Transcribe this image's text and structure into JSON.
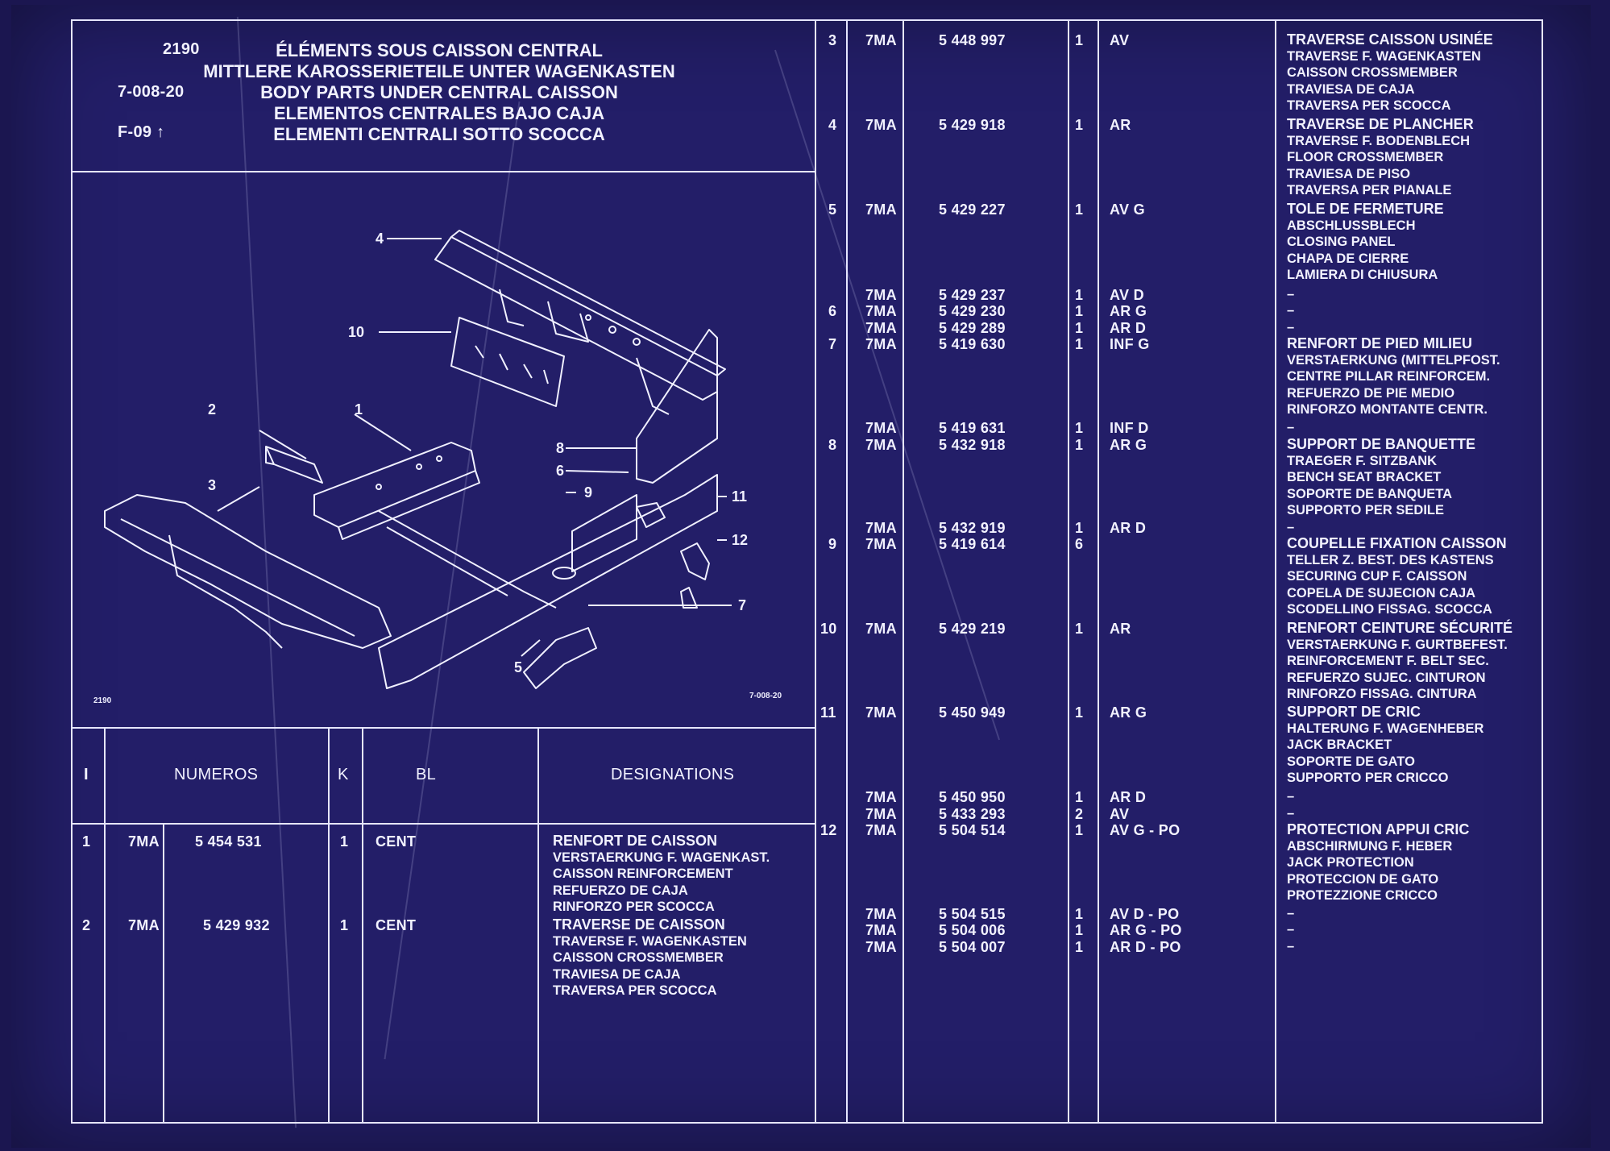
{
  "header": {
    "ref_number": "2190",
    "code": "7-008-20",
    "from_mark": "F-09 ↑",
    "titles": [
      "ÉLÉMENTS SOUS CAISSON CENTRAL",
      "MITTLERE KAROSSERIETEILE UNTER WAGENKASTEN",
      "BODY PARTS UNDER CENTRAL CAISSON",
      "ELEMENTOS CENTRALES BAJO CAJA",
      "ELEMENTI CENTRALI SOTTO SCOCCA"
    ]
  },
  "diagram": {
    "corner_left": "2190",
    "corner_right": "7-008-20",
    "callouts": [
      "4",
      "10",
      "2",
      "1",
      "3",
      "8",
      "6",
      "9",
      "11",
      "12",
      "7",
      "5"
    ]
  },
  "columns": {
    "index": "I",
    "numbers": "NUMEROS",
    "k": "K",
    "bl": "BL",
    "designations": "DESIGNATIONS"
  },
  "left_rows": [
    {
      "i": "1",
      "prefix": "7MA",
      "number": "5 454 531",
      "k": "1",
      "bl": "CENT",
      "desc": [
        "RENFORT DE CAISSON",
        "VERSTAERKUNG F. WAGENKAST.",
        "CAISSON REINFORCEMENT",
        "REFUERZO DE CAJA",
        "RINFORZO PER SCOCCA"
      ]
    },
    {
      "i": "2",
      "prefix": "7MA",
      "number": "5 429 932",
      "k": "1",
      "bl": "CENT",
      "desc": [
        "TRAVERSE DE CAISSON",
        "TRAVERSE F. WAGENKASTEN",
        "CAISSON CROSSMEMBER",
        "TRAVIESA DE CAJA",
        "TRAVERSA PER SCOCCA"
      ]
    }
  ],
  "right_rows": [
    {
      "i": "3",
      "prefix": "7MA",
      "number": "5 448 997",
      "k": "1",
      "bl": "AV",
      "desc": [
        "TRAVERSE CAISSON USINÉE",
        "TRAVERSE F. WAGENKASTEN",
        "CAISSON CROSSMEMBER",
        "TRAVIESA DE CAJA",
        "TRAVERSA PER SCOCCA"
      ]
    },
    {
      "i": "4",
      "prefix": "7MA",
      "number": "5 429 918",
      "k": "1",
      "bl": "AR",
      "desc": [
        "TRAVERSE DE PLANCHER",
        "TRAVERSE F. BODENBLECH",
        "FLOOR CROSSMEMBER",
        "TRAVIESA DE PISO",
        "TRAVERSA PER PIANALE"
      ]
    },
    {
      "i": "5",
      "prefix": "7MA",
      "number": "5 429 227",
      "k": "1",
      "bl": "AV G",
      "desc": [
        "TOLE DE FERMETURE",
        "ABSCHLUSSBLECH",
        "CLOSING PANEL",
        "CHAPA DE CIERRE",
        "LAMIERA DI CHIUSURA"
      ]
    },
    {
      "i": "",
      "prefix": "7MA",
      "number": "5 429 237",
      "k": "1",
      "bl": "AV D",
      "desc": [
        "–"
      ]
    },
    {
      "i": "6",
      "prefix": "7MA",
      "number": "5 429 230",
      "k": "1",
      "bl": "AR G",
      "desc": [
        "–"
      ]
    },
    {
      "i": "",
      "prefix": "7MA",
      "number": "5 429 289",
      "k": "1",
      "bl": "AR D",
      "desc": [
        "–"
      ]
    },
    {
      "i": "7",
      "prefix": "7MA",
      "number": "5 419 630",
      "k": "1",
      "bl": "INF G",
      "desc": [
        "RENFORT DE PIED MILIEU",
        "VERSTAERKUNG (MITTELPFOST.",
        "CENTRE PILLAR REINFORCEM.",
        "REFUERZO DE PIE MEDIO",
        "RINFORZO MONTANTE CENTR."
      ]
    },
    {
      "i": "",
      "prefix": "7MA",
      "number": "5 419 631",
      "k": "1",
      "bl": "INF D",
      "desc": [
        "–"
      ]
    },
    {
      "i": "8",
      "prefix": "7MA",
      "number": "5 432 918",
      "k": "1",
      "bl": "AR G",
      "desc": [
        "SUPPORT DE BANQUETTE",
        "TRAEGER F. SITZBANK",
        "BENCH SEAT BRACKET",
        "SOPORTE DE BANQUETA",
        "SUPPORTO PER SEDILE"
      ]
    },
    {
      "i": "",
      "prefix": "7MA",
      "number": "5 432 919",
      "k": "1",
      "bl": "AR D",
      "desc": [
        "–"
      ]
    },
    {
      "i": "9",
      "prefix": "7MA",
      "number": "5 419 614",
      "k": "6",
      "bl": "",
      "desc": [
        "COUPELLE FIXATION CAISSON",
        "TELLER Z. BEST. DES KASTENS",
        "SECURING CUP F. CAISSON",
        "COPELA DE SUJECION CAJA",
        "SCODELLINO FISSAG. SCOCCA"
      ]
    },
    {
      "i": "10",
      "prefix": "7MA",
      "number": "5 429 219",
      "k": "1",
      "bl": "AR",
      "desc": [
        "RENFORT CEINTURE SÉCURITÉ",
        "VERSTAERKUNG F. GURTBEFEST.",
        "REINFORCEMENT F. BELT SEC.",
        "REFUERZO SUJEC. CINTURON",
        "RINFORZO FISSAG. CINTURA"
      ]
    },
    {
      "i": "11",
      "prefix": "7MA",
      "number": "5 450 949",
      "k": "1",
      "bl": "AR G",
      "desc": [
        "SUPPORT DE CRIC",
        "HALTERUNG F. WAGENHEBER",
        "JACK BRACKET",
        "SOPORTE DE GATO",
        "SUPPORTO PER CRICCO"
      ]
    },
    {
      "i": "",
      "prefix": "7MA",
      "number": "5 450 950",
      "k": "1",
      "bl": "AR D",
      "desc": [
        "–"
      ]
    },
    {
      "i": "",
      "prefix": "7MA",
      "number": "5 433 293",
      "k": "2",
      "bl": "AV",
      "desc": [
        "–"
      ]
    },
    {
      "i": "12",
      "prefix": "7MA",
      "number": "5 504 514",
      "k": "1",
      "bl": "AV G - PO",
      "desc": [
        "PROTECTION APPUI CRIC",
        "ABSCHIRMUNG F. HEBER",
        "JACK PROTECTION",
        "PROTECCION DE GATO",
        "PROTEZZIONE CRICCO"
      ]
    },
    {
      "i": "",
      "prefix": "7MA",
      "number": "5 504 515",
      "k": "1",
      "bl": "AV D - PO",
      "desc": [
        "–"
      ]
    },
    {
      "i": "",
      "prefix": "7MA",
      "number": "5 504 006",
      "k": "1",
      "bl": "AR G - PO",
      "desc": [
        "–"
      ]
    },
    {
      "i": "",
      "prefix": "7MA",
      "number": "5 504 007",
      "k": "1",
      "bl": "AR D - PO",
      "desc": [
        "–"
      ]
    }
  ]
}
